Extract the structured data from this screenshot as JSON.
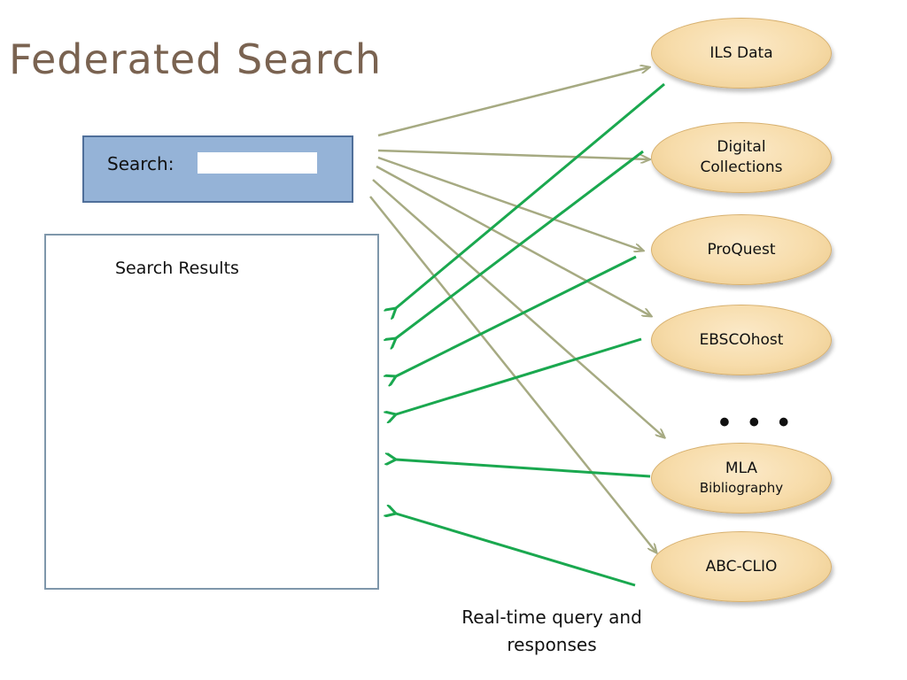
{
  "title": "Federated Search",
  "search": {
    "label": "Search:",
    "value": "",
    "placeholder": ""
  },
  "results": {
    "label": "Search Results"
  },
  "sources": [
    {
      "id": "ils",
      "line1": "ILS Data",
      "line2": ""
    },
    {
      "id": "digital",
      "line1": "Digital",
      "line2": "Collections"
    },
    {
      "id": "proquest",
      "line1": "ProQuest",
      "line2": ""
    },
    {
      "id": "ebsco",
      "line1": "EBSCOhost",
      "line2": ""
    },
    {
      "id": "mla",
      "line1": "MLA",
      "line2": "Bibliography"
    },
    {
      "id": "abc",
      "line1": "ABC-CLIO",
      "line2": ""
    }
  ],
  "ellipsis": "• • •",
  "caption": {
    "line1": "Real-time query and",
    "line2": "responses"
  },
  "colors": {
    "query_arrow": "#a6aa82",
    "response_arrow": "#1aa84f",
    "title": "#7a6351",
    "search_fill": "#95b3d7",
    "source_fill": "#f7dcaa"
  }
}
